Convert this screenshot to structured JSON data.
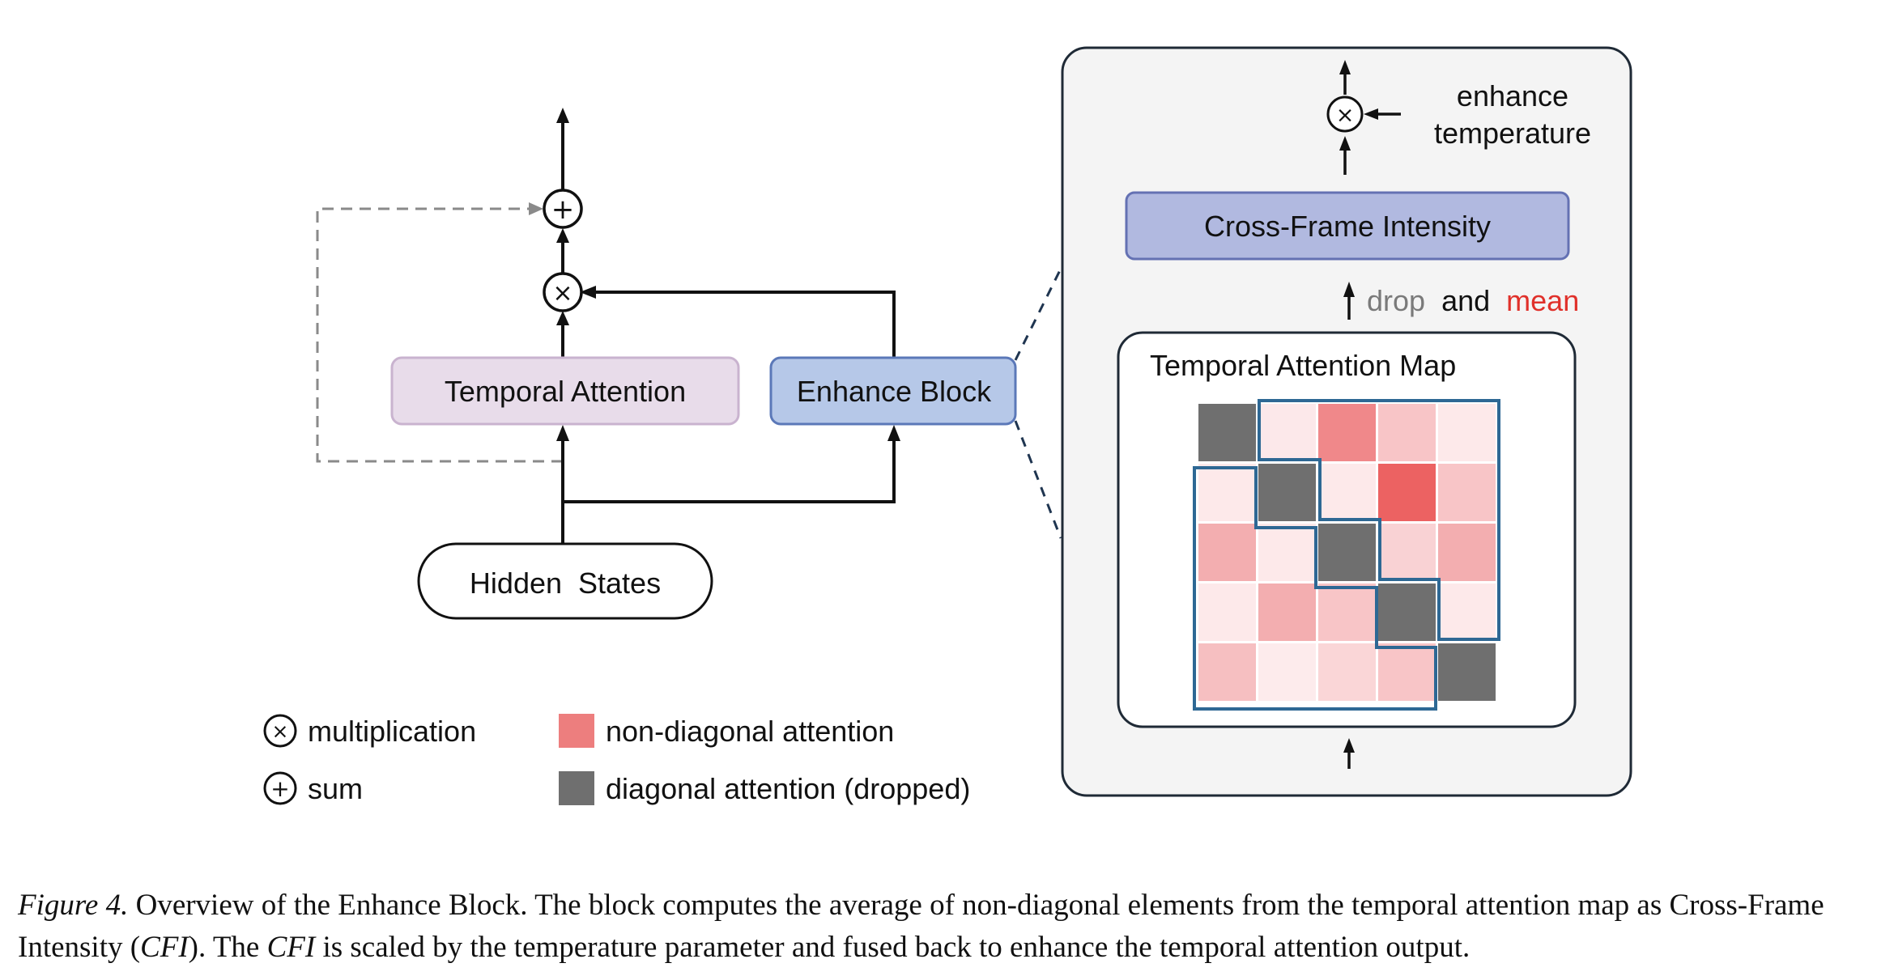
{
  "diagram": {
    "hidden_states": "Hidden  States",
    "temporal_attention": "Temporal Attention",
    "enhance_block": "Enhance Block",
    "multiply_symbol": "×",
    "sum_symbol": "+",
    "cross_frame_intensity": "Cross-Frame Intensity",
    "drop_word": "drop",
    "and_word": "and",
    "mean_word": "mean",
    "enhance_temperature_line1": "enhance",
    "enhance_temperature_line2": "temperature",
    "temporal_attention_map": "Temporal Attention Map",
    "legend": {
      "multiplication": "multiplication",
      "sum": "sum",
      "non_diagonal": "non-diagonal attention",
      "diagonal": "diagonal attention (dropped)"
    },
    "colors": {
      "temporal_attention_fill": "#e8dcea",
      "temporal_attention_stroke": "#c9b3cf",
      "enhance_fill": "#b6c8e8",
      "enhance_stroke": "#5b78b8",
      "cfi_fill": "#b1b9e0",
      "cfi_stroke": "#6471b3",
      "panel_fill": "#f4f4f4",
      "drop_color": "#7a7a7a",
      "mean_color": "#e0302a",
      "diag_cell": "#6f6f6f",
      "map_outline": "#2e6894",
      "legend_nondiag": "#ed7e7e"
    },
    "attention_map": [
      [
        "diag",
        "#fce8ea",
        "#f0888a",
        "#f8c5c7",
        "#fde9ea"
      ],
      [
        "#fde9ea",
        "diag",
        "#fde9ea",
        "#ec6262",
        "#f8c5c7"
      ],
      [
        "#f3aeb0",
        "#fde9ea",
        "diag",
        "#f9d2d4",
        "#f3aeb0"
      ],
      [
        "#fde9ea",
        "#f3aeb0",
        "#f8c5c7",
        "diag",
        "#fde9ea"
      ],
      [
        "#f6bfc1",
        "#fdebec",
        "#fad6d7",
        "#f8c5c7",
        "diag"
      ]
    ]
  },
  "caption": {
    "figure_label": "Figure 4.",
    "text_1": " Overview of the Enhance Block. The block computes the average of non-diagonal elements from the temporal attention map as Cross-Frame Intensity (",
    "cfi_1": "CFI",
    "text_2": "). The ",
    "cfi_2": "CFI",
    "text_3": " is scaled by the temperature parameter and fused back to enhance the temporal attention output."
  }
}
